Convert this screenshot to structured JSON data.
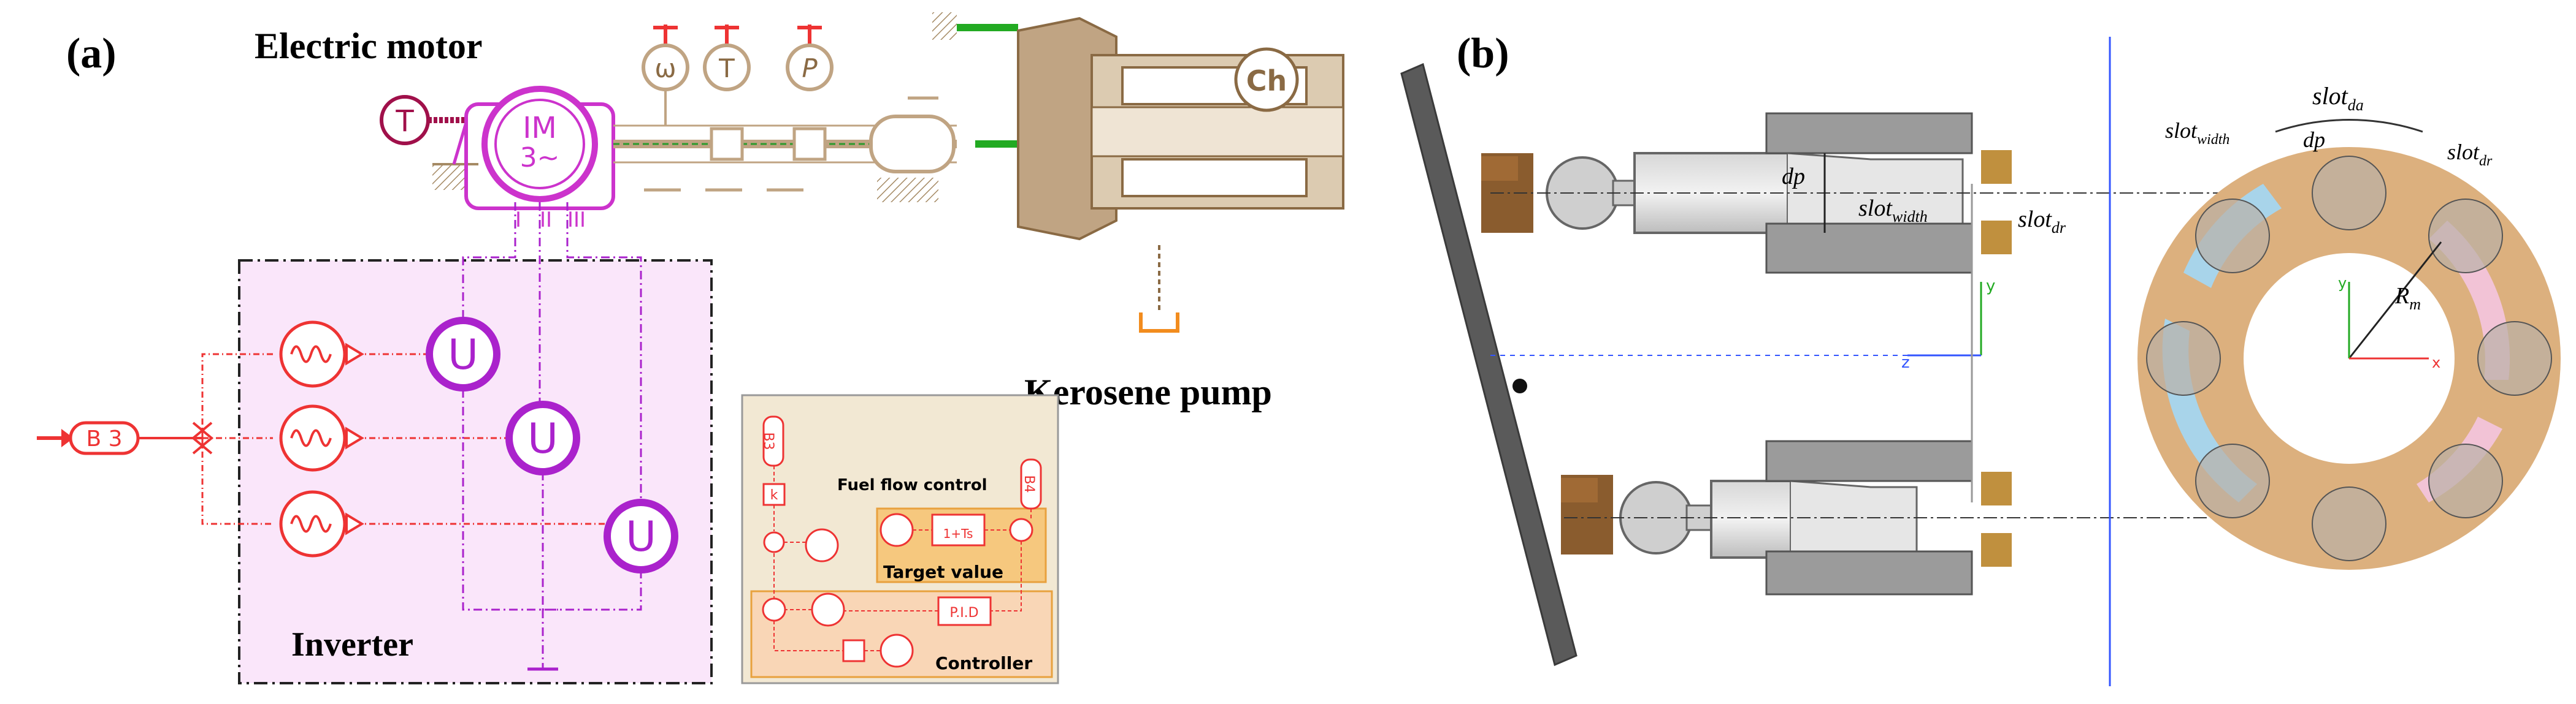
{
  "panel_a": {
    "label": "(a)",
    "title_motor": "Electric motor",
    "title_pump": "Kerosene pump",
    "title_inverter": "Inverter",
    "motor_im": "IM",
    "motor_3": "3~",
    "phase_1": "I",
    "phase_2": "II",
    "phase_3": "III",
    "sensor_t_left": "T",
    "sensor_omega": "ω",
    "sensor_t": "T",
    "sensor_p": "P",
    "check_valve": "Ch",
    "source_b3": "B 3",
    "u_labels": [
      "U",
      "U",
      "U"
    ],
    "fuel_box": {
      "title": "Fuel flow control",
      "target": "Target value",
      "controller": "Controller",
      "b3": "B3",
      "b4": "B4",
      "pid": "P.I.D",
      "k": "k",
      "tf": "1+Ts"
    }
  },
  "panel_b": {
    "label": "(b)",
    "dp": "dp",
    "slot_width_base": "slot",
    "slot_width_sub": "width",
    "slot_dr_base": "slot",
    "slot_dr_sub": "dr",
    "slot_da_base": "slot",
    "slot_da_sub": "da",
    "rm_base": "R",
    "rm_sub": "m",
    "axis_y": "y",
    "axis_z": "z",
    "axis_x": "x"
  },
  "colors": {
    "motor": "#cc33cc",
    "inverter_fill": "#fae6fa",
    "red": "#ee3333",
    "bronze": "#c0a483",
    "bronze_dark": "#8a6a44",
    "green": "#22aa22",
    "gray": "#bdbdbd",
    "dark_gray": "#6b6b6b",
    "ring": "#dcb07e",
    "kidney_blue": "#a8d4ea",
    "kidney_pink": "#f2c3d6",
    "orange_box": "#f6c87e"
  }
}
